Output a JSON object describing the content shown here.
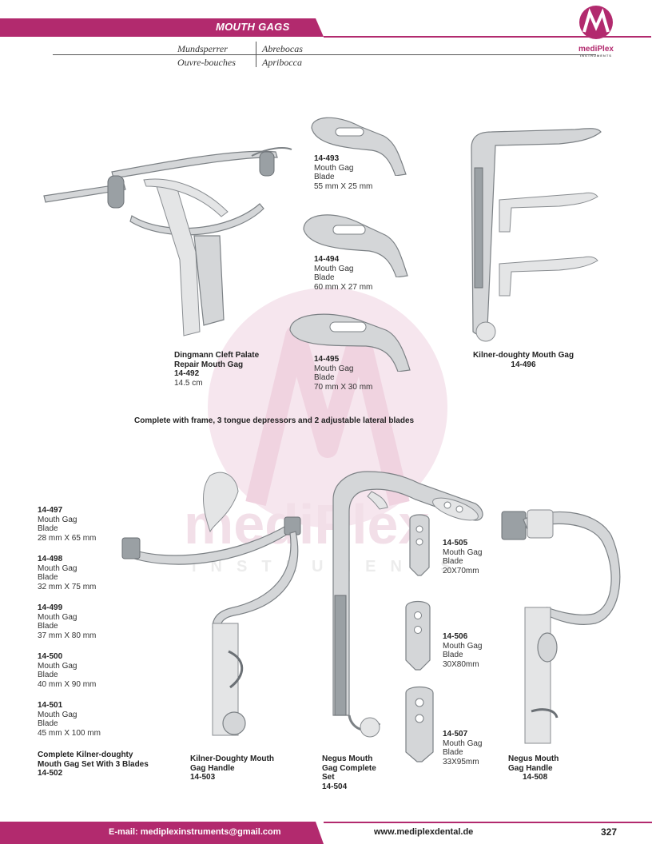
{
  "header": {
    "title": "MOUTH GAGS",
    "translations": {
      "de": "Mundsperrer",
      "es": "Abrebocas",
      "fr": "Ouvre-bouches",
      "it": "Apribocca"
    }
  },
  "brand": {
    "logo_text": "mediPlex",
    "logo_sub": "INSTRUMENTS",
    "accent_color": "#b22a6e"
  },
  "products_top": {
    "p492": {
      "name": "Dingmann Cleft Palate",
      "name2": "Repair Mouth Gag",
      "code": "14-492",
      "size": "14.5 cm"
    },
    "p493": {
      "code": "14-493",
      "line1": "Mouth Gag",
      "line2": "Blade",
      "size": "55 mm X 25 mm"
    },
    "p494": {
      "code": "14-494",
      "line1": "Mouth Gag",
      "line2": "Blade",
      "size": "60 mm X 27 mm"
    },
    "p495": {
      "code": "14-495",
      "line1": "Mouth Gag",
      "line2": "Blade",
      "size": "70 mm X 30 mm"
    },
    "p496": {
      "name": "Kilner-doughty Mouth Gag",
      "code": "14-496"
    },
    "note": "Complete with frame, 3 tongue depressors and 2 adjustable lateral blades"
  },
  "products_left": [
    {
      "code": "14-497",
      "line1": "Mouth Gag",
      "line2": "Blade",
      "size": "28 mm X 65 mm"
    },
    {
      "code": "14-498",
      "line1": "Mouth Gag",
      "line2": "Blade",
      "size": "32 mm X 75 mm"
    },
    {
      "code": "14-499",
      "line1": "Mouth Gag",
      "line2": "Blade",
      "size": "37 mm X 80 mm"
    },
    {
      "code": "14-500",
      "line1": "Mouth Gag",
      "line2": "Blade",
      "size": "40 mm X 90 mm"
    },
    {
      "code": "14-501",
      "line1": "Mouth Gag",
      "line2": "Blade",
      "size": "45 mm X 100 mm"
    }
  ],
  "products_bottom": {
    "p502": {
      "name": "Complete Kilner-doughty",
      "name2": "Mouth Gag Set With 3 Blades",
      "code": "14-502"
    },
    "p503": {
      "name": "Kilner-Doughty Mouth",
      "name2": "Gag Handle",
      "code": "14-503"
    },
    "p504": {
      "name": "Negus Mouth",
      "name2": "Gag Complete",
      "name3": "Set",
      "code": "14-504"
    },
    "p505": {
      "code": "14-505",
      "line1": "Mouth Gag",
      "line2": "Blade",
      "size": "20X70mm"
    },
    "p506": {
      "code": "14-506",
      "line1": "Mouth Gag",
      "line2": "Blade",
      "size": "30X80mm"
    },
    "p507": {
      "code": "14-507",
      "line1": "Mouth Gag",
      "line2": "Blade",
      "size": "33X95mm"
    },
    "p508": {
      "name": "Negus Mouth",
      "name2": "Gag  Handle",
      "code": "14-508"
    }
  },
  "footer": {
    "email": "E-mail: mediplexinstruments@gmail.com",
    "website": "www.mediplexdental.de",
    "page": "327"
  }
}
